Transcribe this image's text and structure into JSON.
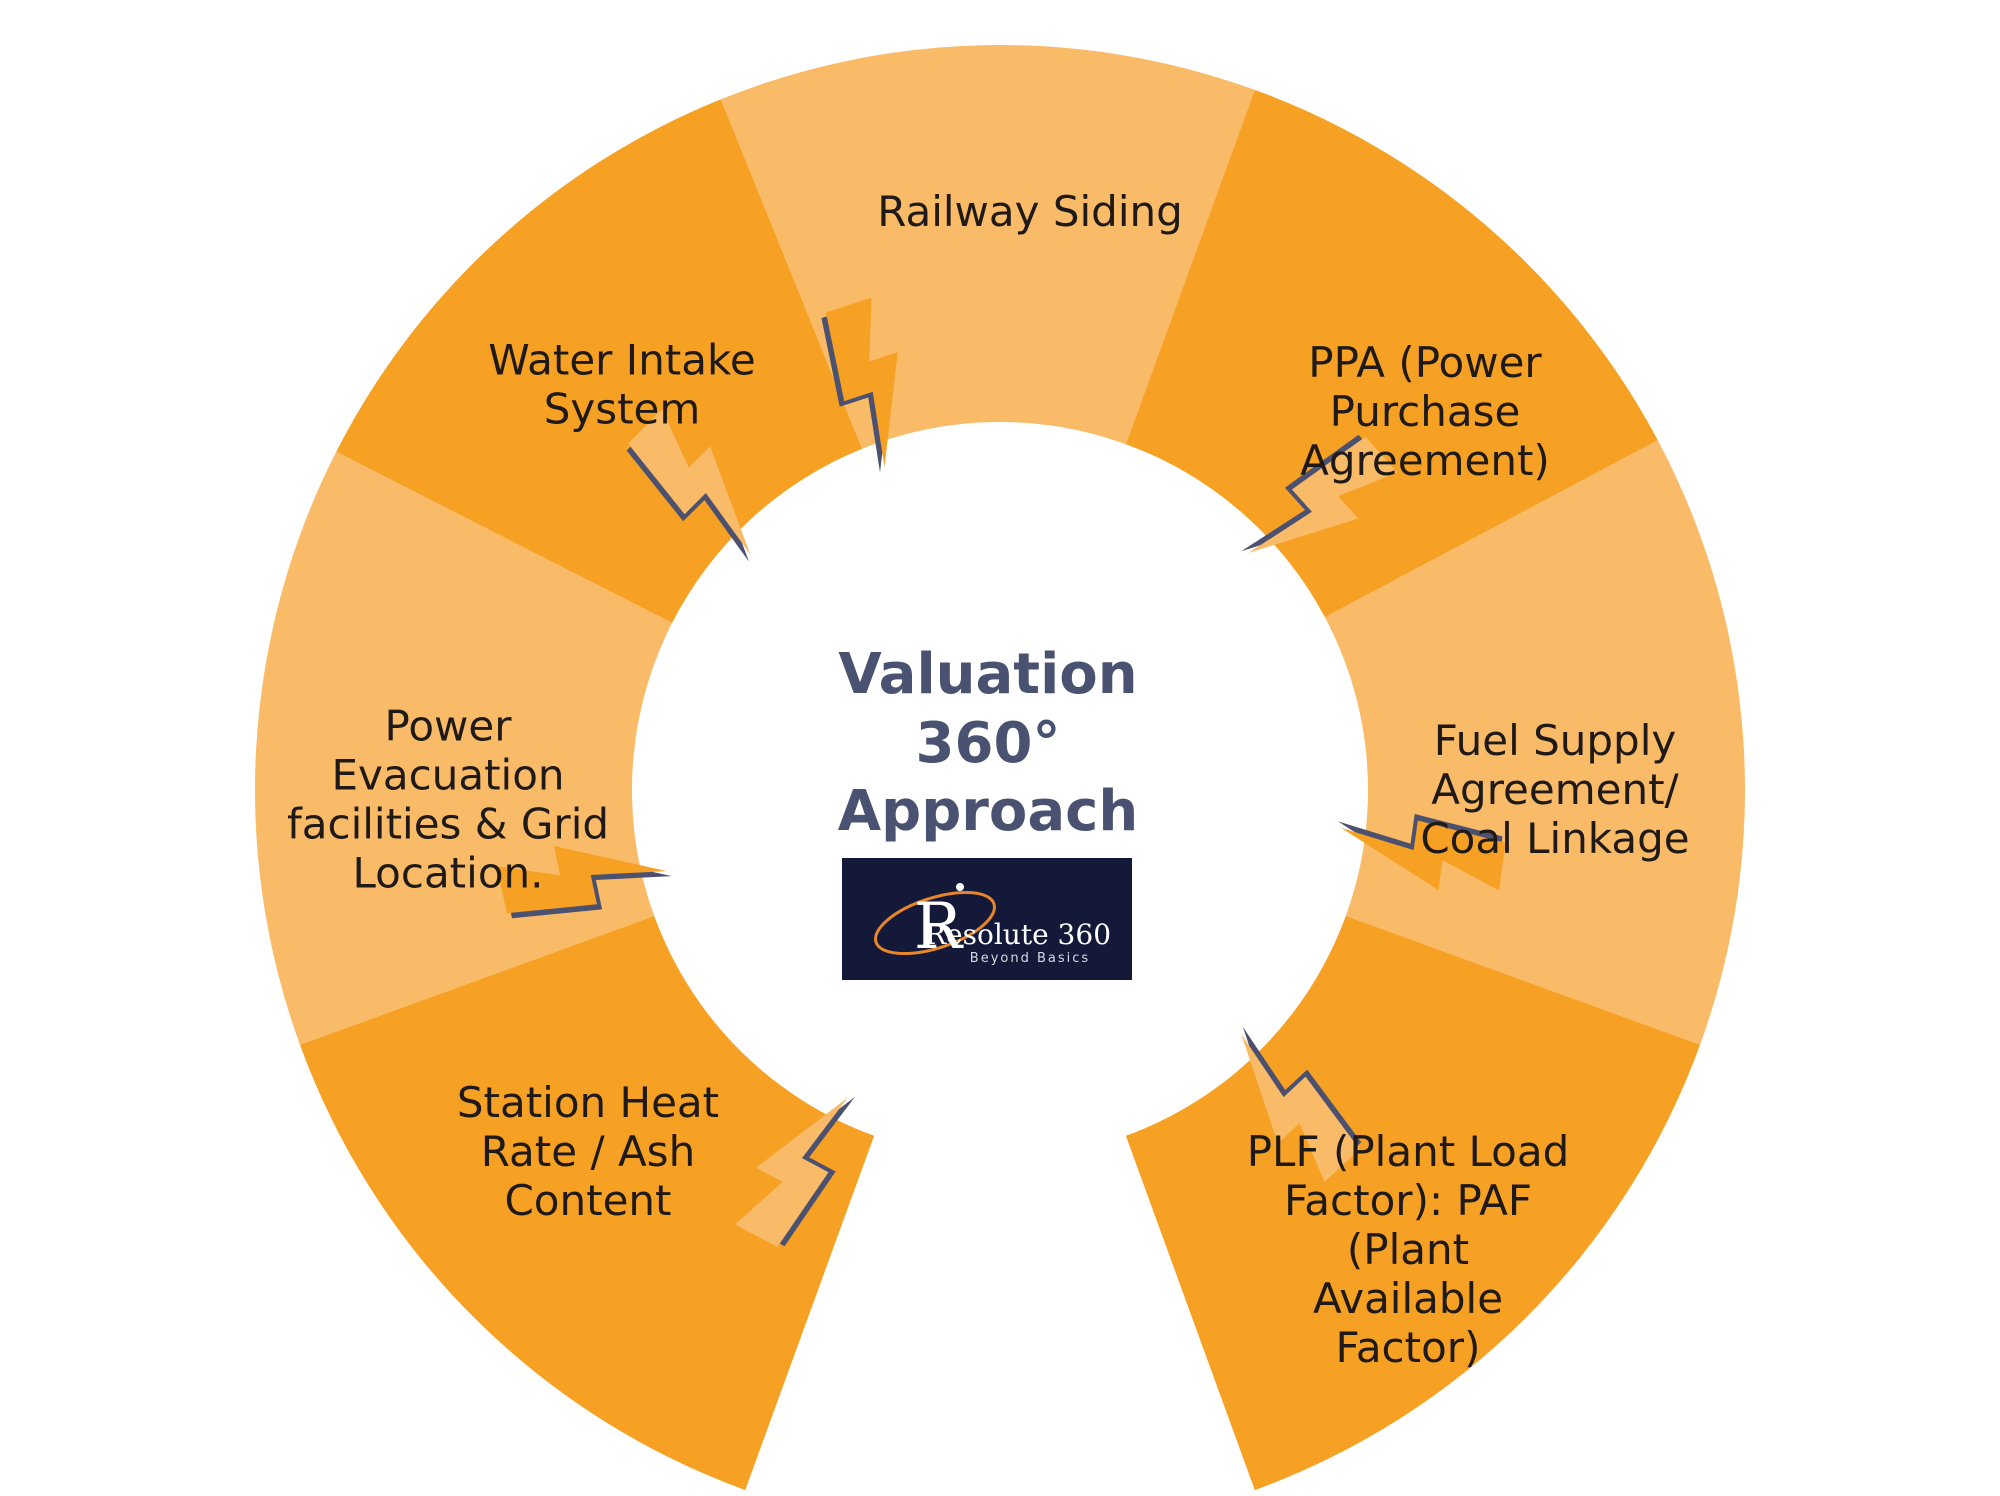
{
  "diagram": {
    "center_title": [
      "Valuation",
      "360°",
      "Approach"
    ],
    "logo": {
      "brand": "Resolute 360",
      "tagline": "Beyond Basics",
      "background": "#14193a",
      "accent": "#e8862a"
    },
    "colors": {
      "dark_segment": "#f6a024",
      "light_segment": "#f9bb68",
      "bolt_shadow": "#4c5170",
      "title": "#4a5272",
      "label": "#1f1a17"
    },
    "segments": [
      {
        "id": "station-heat-rate",
        "lines": [
          "Station Heat",
          "Rate / Ash",
          "Content"
        ],
        "shade": "dark"
      },
      {
        "id": "power-evacuation",
        "lines": [
          "Power",
          "Evacuation",
          "facilities & Grid",
          "Location."
        ],
        "shade": "light"
      },
      {
        "id": "water-intake",
        "lines": [
          "Water Intake",
          "System"
        ],
        "shade": "dark"
      },
      {
        "id": "railway-siding",
        "lines": [
          "Railway Siding"
        ],
        "shade": "light"
      },
      {
        "id": "ppa",
        "lines": [
          "PPA (Power",
          "Purchase",
          "Agreement)"
        ],
        "shade": "dark"
      },
      {
        "id": "fuel-supply",
        "lines": [
          "Fuel Supply",
          "Agreement/",
          "Coal Linkage"
        ],
        "shade": "light"
      },
      {
        "id": "plf",
        "lines": [
          "PLF (Plant Load",
          "Factor): PAF",
          "(Plant",
          "Available",
          "Factor)"
        ],
        "shade": "dark"
      }
    ]
  }
}
